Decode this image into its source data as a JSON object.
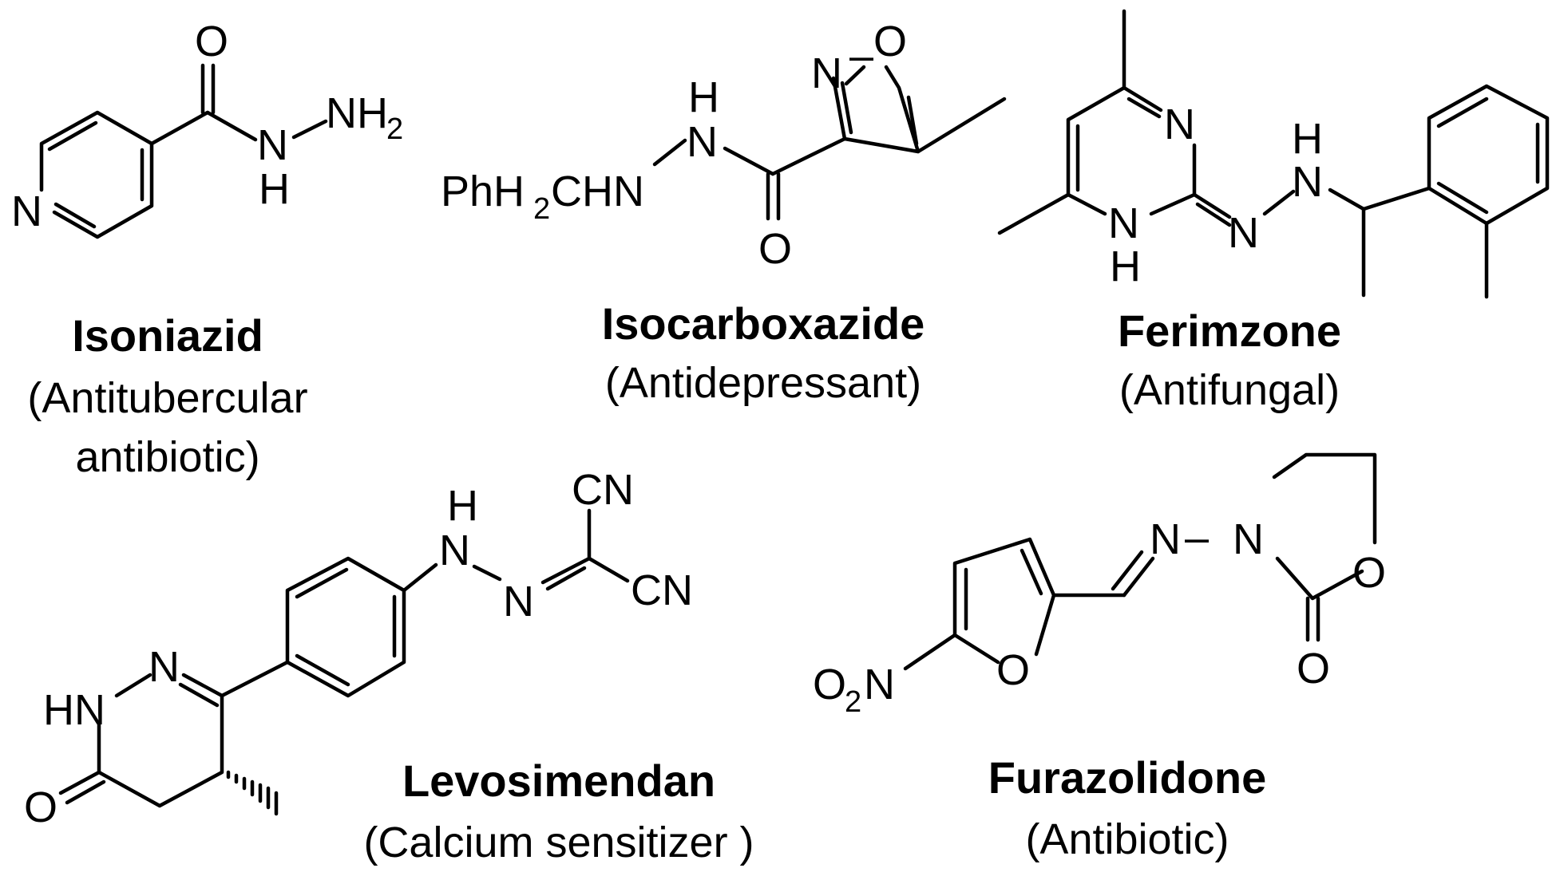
{
  "compounds": [
    {
      "name": "Isoniazid",
      "activity_line1": "(Antitubercular",
      "activity_line2": "antibiotic)",
      "atoms": {
        "o": "O",
        "n_ring": "N",
        "nh_n": "N",
        "nh_h": "H",
        "nh2_n": "NH",
        "nh2_sub": "2"
      }
    },
    {
      "name": "Isocarboxazide",
      "activity": "(Antidepressant)",
      "atoms": {
        "ring_n": "N",
        "ring_o": "O",
        "dash": "–",
        "nh_h": "H",
        "nh_n": "N",
        "benzyl_main": "PhH",
        "benzyl_sub": "2",
        "benzyl_tail": "CHN",
        "carbonyl_o": "O"
      }
    },
    {
      "name": "Ferimzone",
      "activity": "(Antifungal)",
      "atoms": {
        "ring_n_top": "N",
        "ring_nh_n": "N",
        "ring_nh_h": "H",
        "imine_n": "N",
        "hydrazine_h": "H",
        "hydrazine_n": "N"
      }
    },
    {
      "name": "Levosimendan",
      "activity": "(Calcium sensitizer )",
      "atoms": {
        "cn1": "CN",
        "cn2": "CN",
        "nh_h": "H",
        "nh_n": "N",
        "imine_n": "N",
        "ring_n": "N",
        "ring_hn": "HN",
        "carbonyl_o": "O"
      }
    },
    {
      "name": "Furazolidone",
      "activity": "(Antibiotic)",
      "atoms": {
        "n1": "N",
        "dash": "–",
        "n2": "N",
        "ring_o": "O",
        "carbonyl_o": "O",
        "furan_o": "O",
        "nitro_main": "O",
        "nitro_sub": "2",
        "nitro_n": "N"
      }
    }
  ]
}
